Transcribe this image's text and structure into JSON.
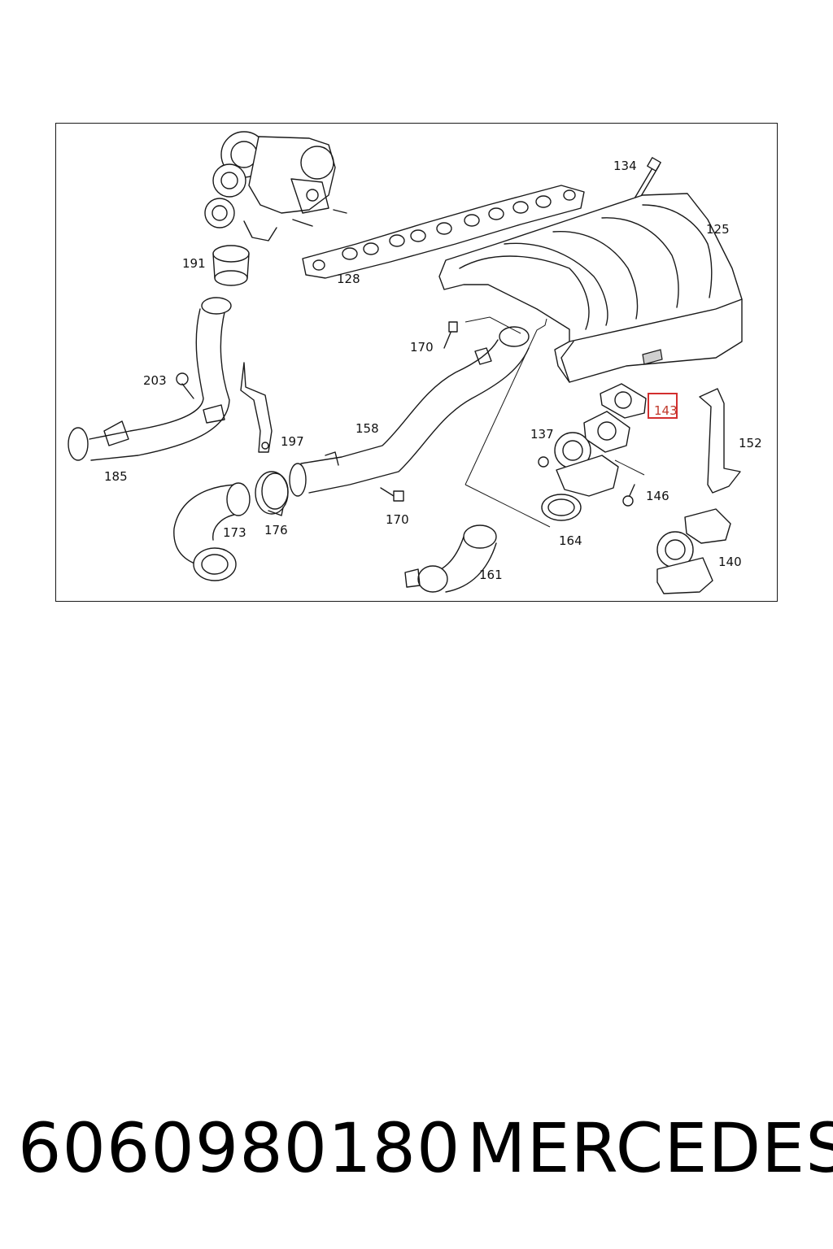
{
  "diagram": {
    "callouts": {
      "c134": "134",
      "c125": "125",
      "c191": "191",
      "c128": "128",
      "c170a": "170",
      "c203": "203",
      "c143": "143",
      "c137": "137",
      "c152": "152",
      "c158": "158",
      "c197": "197",
      "c185": "185",
      "c146": "146",
      "c170b": "170",
      "c173": "173",
      "c176": "176",
      "c164": "164",
      "c140": "140",
      "c161": "161"
    },
    "highlighted": "143",
    "highlight_color": "#d32f2f"
  },
  "footer": {
    "part_number": "6060980180",
    "brand": "MERCEDES"
  }
}
